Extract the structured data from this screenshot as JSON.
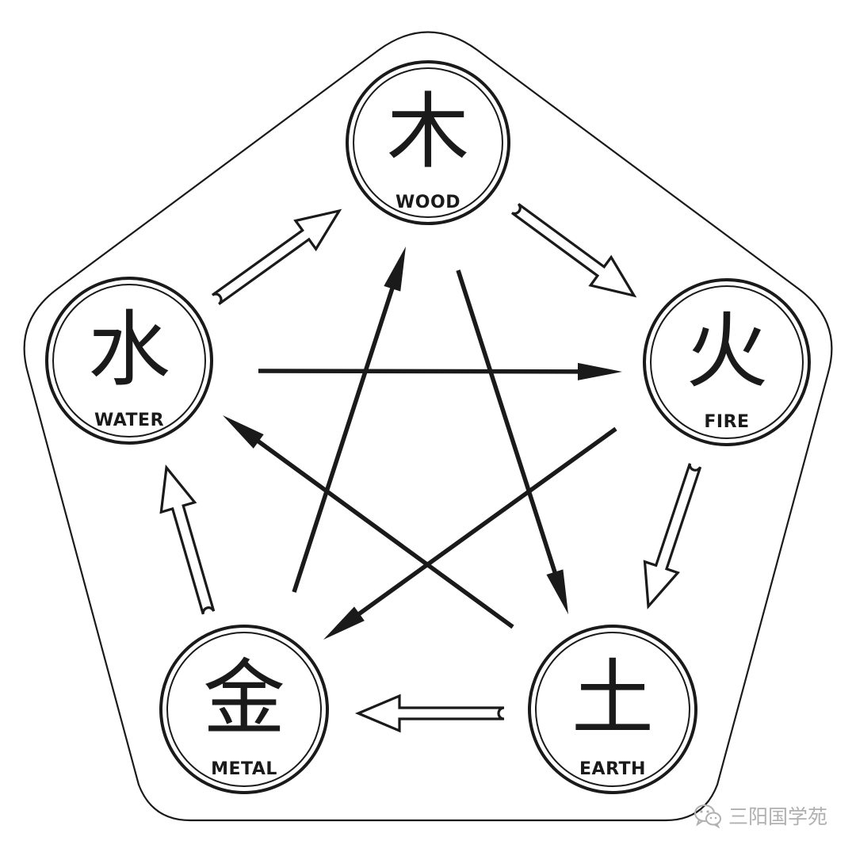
{
  "diagram": {
    "colors": {
      "stroke": "#1a1a1a",
      "background": "#ffffff",
      "watermark": "#b0b0b0"
    },
    "elements": [
      {
        "id": "wood",
        "glyph": "木",
        "label": "WOOD"
      },
      {
        "id": "fire",
        "glyph": "火",
        "label": "FIRE"
      },
      {
        "id": "earth",
        "glyph": "土",
        "label": "EARTH"
      },
      {
        "id": "metal",
        "glyph": "金",
        "label": "METAL"
      },
      {
        "id": "water",
        "glyph": "水",
        "label": "WATER"
      }
    ],
    "generating_cycle": [
      {
        "from": "wood",
        "to": "fire"
      },
      {
        "from": "fire",
        "to": "earth"
      },
      {
        "from": "earth",
        "to": "metal"
      },
      {
        "from": "metal",
        "to": "water"
      },
      {
        "from": "water",
        "to": "wood"
      }
    ],
    "controlling_cycle": [
      {
        "from": "wood",
        "to": "earth"
      },
      {
        "from": "earth",
        "to": "water"
      },
      {
        "from": "water",
        "to": "fire"
      },
      {
        "from": "fire",
        "to": "metal"
      },
      {
        "from": "metal",
        "to": "wood"
      }
    ]
  },
  "watermark": {
    "icon": "wechat-icon",
    "text": "三阳国学苑"
  }
}
